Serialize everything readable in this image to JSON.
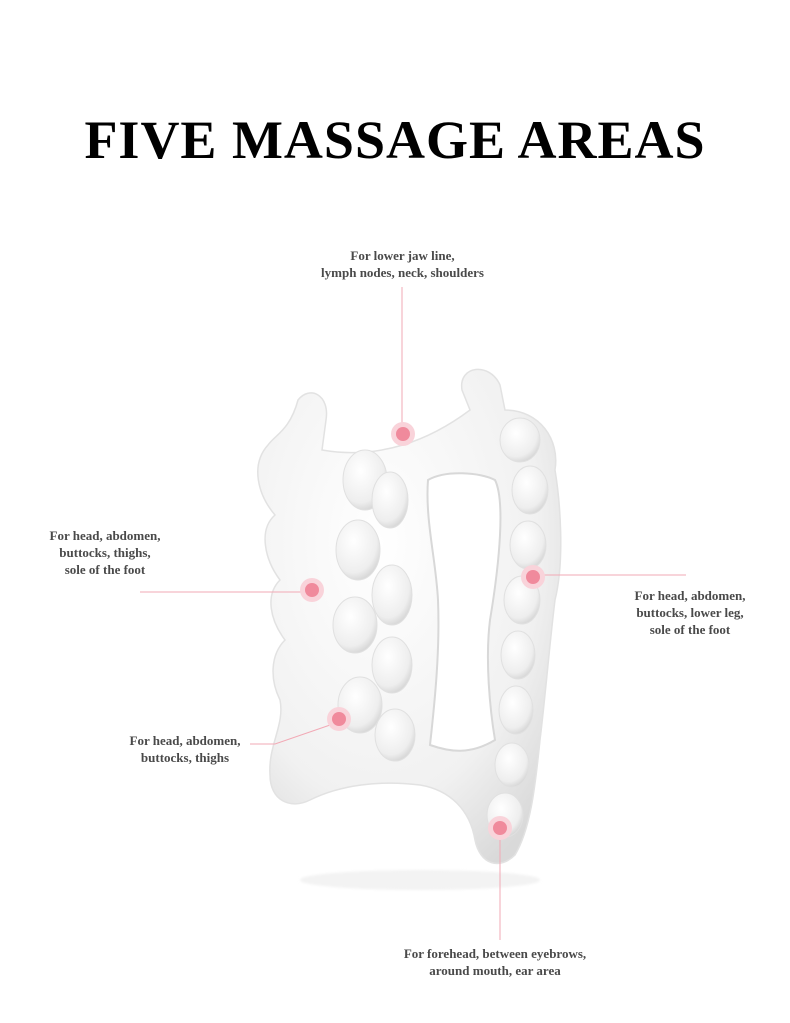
{
  "title": "FIVE MASSAGE AREAS",
  "labels": {
    "top": [
      "For lower jaw line,",
      "lymph nodes, neck, shoulders"
    ],
    "left_1": [
      "For head, abdomen,",
      "buttocks, thighs,",
      "sole of the foot"
    ],
    "right": [
      "For head, abdomen,",
      "buttocks, lower leg,",
      "sole of the foot"
    ],
    "left_2": [
      "For head, abdomen,",
      "buttocks, thighs"
    ],
    "bottom": [
      "For forehead, between eyebrows,",
      "around mouth, ear area"
    ]
  },
  "colors": {
    "marker": "#f08a9c",
    "marker_halo": "#f9d3da",
    "leader_line": "#f2a9b5",
    "tool_body": "#f4f4f4",
    "tool_shade": "#dcdcdc"
  },
  "icons": {
    "tool": "white-gua-sha-comb-massager-image"
  }
}
